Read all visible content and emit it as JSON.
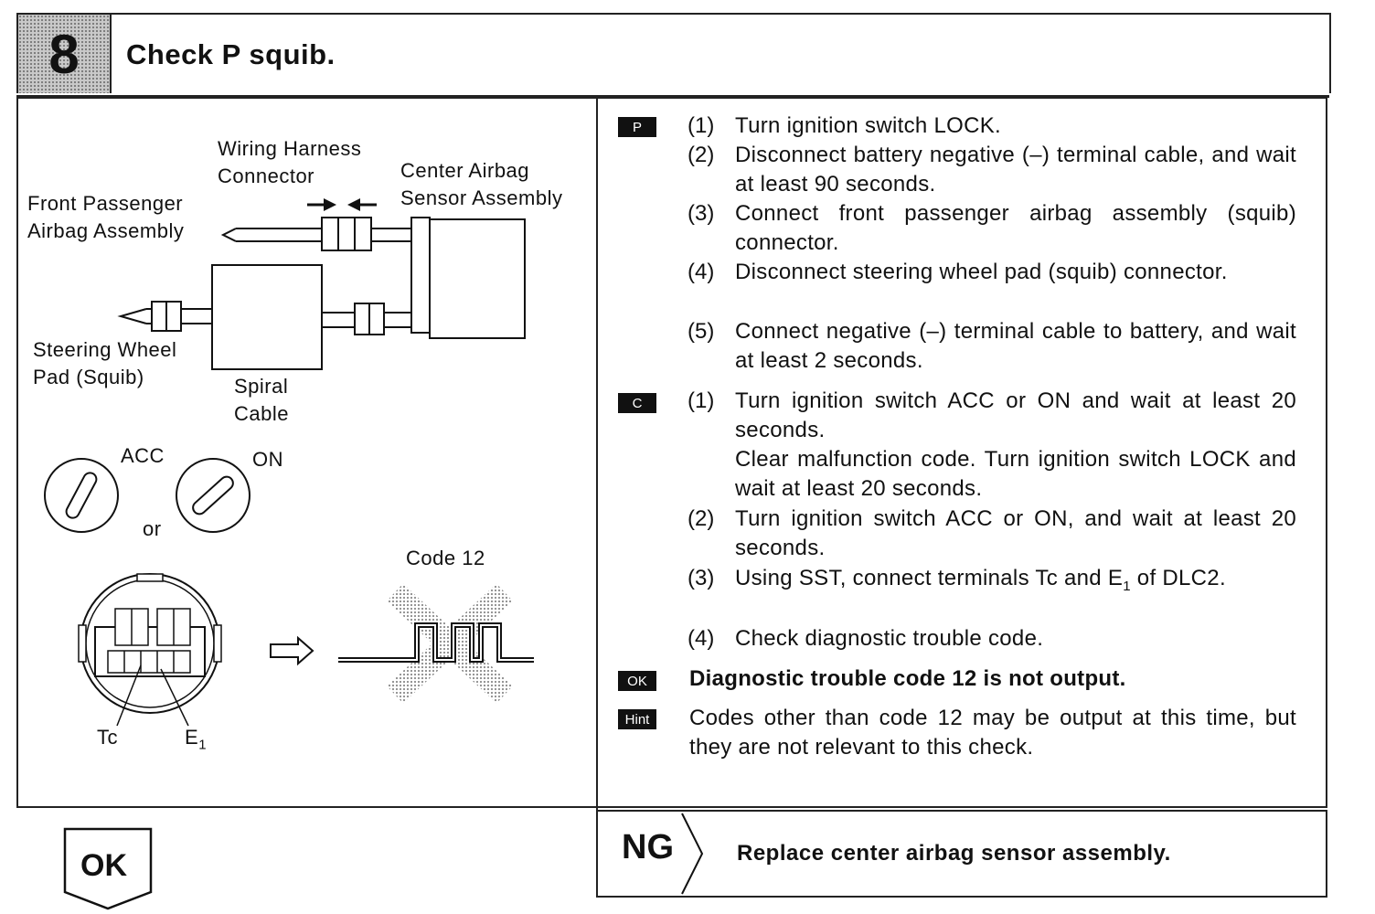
{
  "header": {
    "step_number": "8",
    "title": "Check P squib."
  },
  "diagram": {
    "wiring_harness_connector": [
      "Wiring Harness",
      "Connector"
    ],
    "center_airbag_sensor": [
      "Center Airbag",
      "Sensor Assembly"
    ],
    "front_passenger_airbag": [
      "Front Passenger",
      "Airbag Assembly"
    ],
    "steering_wheel_pad": [
      "Steering Wheel",
      "Pad (Squib)"
    ],
    "spiral_cable": [
      "Spiral",
      "Cable"
    ],
    "acc_label": "ACC",
    "on_label": "ON",
    "or_label": "or",
    "code_label": "Code 12",
    "tc_label": "Tc",
    "e1_label": "E",
    "e1_sub": "1"
  },
  "instructions": {
    "p_tag": "P",
    "p_steps": [
      {
        "num": "(1)",
        "text": "Turn ignition switch LOCK."
      },
      {
        "num": "(2)",
        "text": "Disconnect battery negative (–) terminal cable, and wait at least 90 seconds."
      },
      {
        "num": "(3)",
        "text": "Connect front passenger airbag assembly (squib) connector."
      },
      {
        "num": "(4)",
        "text": "Disconnect steering wheel pad (squib) connector."
      },
      {
        "num": "(5)",
        "text": "Connect negative (–) terminal cable to battery, and wait at least 2 seconds."
      }
    ],
    "c_tag": "C",
    "c_steps": [
      {
        "num": "(1)",
        "text": "Turn ignition switch ACC or ON and wait at least 20 seconds."
      },
      {
        "num": "",
        "text": "Clear malfunction code. Turn ignition switch LOCK and wait at least 20 seconds."
      },
      {
        "num": "(2)",
        "text": "Turn ignition switch ACC or ON, and wait at least 20 seconds."
      },
      {
        "num": "(3)",
        "text": "Using SST, connect terminals Tc and E",
        "sub": "1",
        "text_after": " of DLC2."
      },
      {
        "num": "(4)",
        "text": "Check diagnostic trouble code."
      }
    ],
    "ok_tag": "OK",
    "ok_text": "Diagnostic trouble code 12 is not output.",
    "hint_tag": "Hint",
    "hint_text": "Codes other than code 12 may be output at this time, but they are not relevant to this check."
  },
  "result": {
    "ok_label": "OK",
    "ng_label": "NG",
    "ng_action": "Replace center airbag sensor assembly."
  }
}
